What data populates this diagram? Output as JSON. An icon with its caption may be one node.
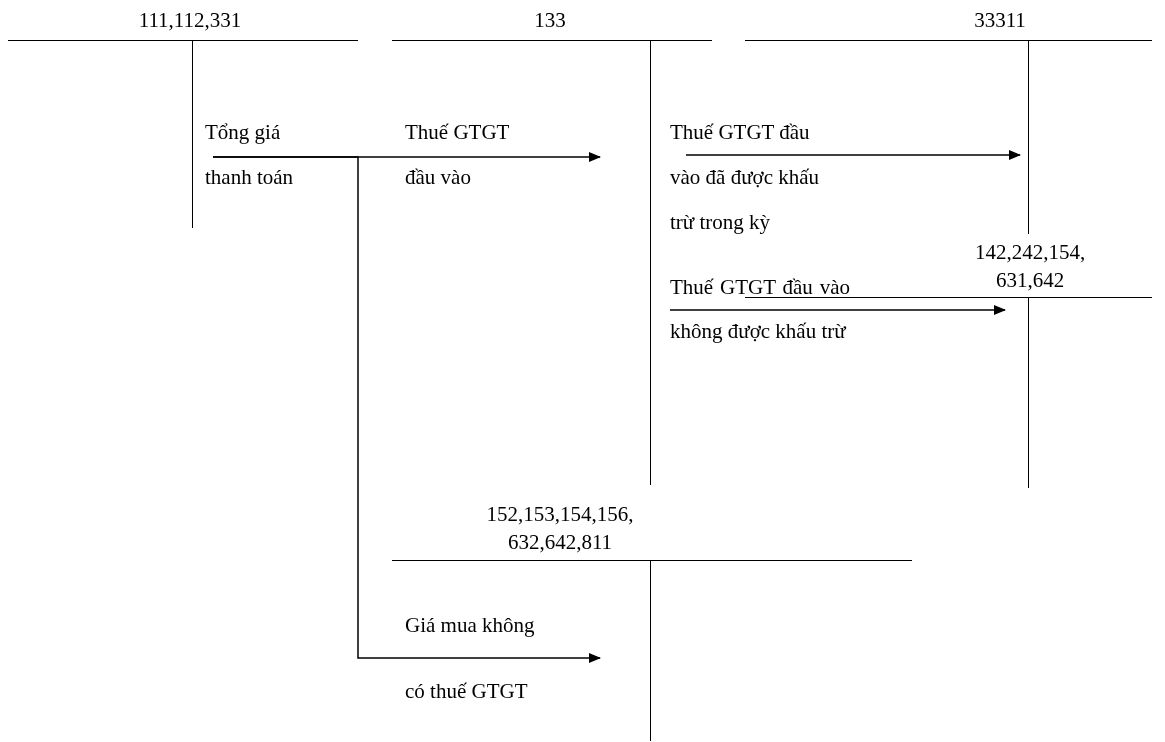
{
  "diagram": {
    "nodes": [
      {
        "text": [
          "111,112,331"
        ]
      },
      {
        "text": [
          "133"
        ]
      },
      {
        "text": [
          "33311"
        ]
      },
      {
        "text": [
          "142,242,154, 631,642"
        ]
      },
      {
        "text": [
          "152,153,154,156, 632,642,811"
        ]
      }
    ],
    "edges": [
      {
        "from": 0,
        "to": 1,
        "arrow": "to",
        "label": "Thuế GTGT đầu vào"
      },
      {
        "from": 0,
        "to": 4,
        "arrow": "to",
        "label": "Giá mua không có thuế GTGT"
      },
      {
        "from": 1,
        "to": 2,
        "arrow": "to",
        "label": "Thuế GTGT đầu vào đã được khấu trừ trong kỳ"
      },
      {
        "from": 1,
        "to": 3,
        "arrow": "to",
        "label": "Thuế GTGT đầu vào không được khấu trừ"
      }
    ],
    "labels": [
      "Tổng giá thanh toán"
    ]
  }
}
